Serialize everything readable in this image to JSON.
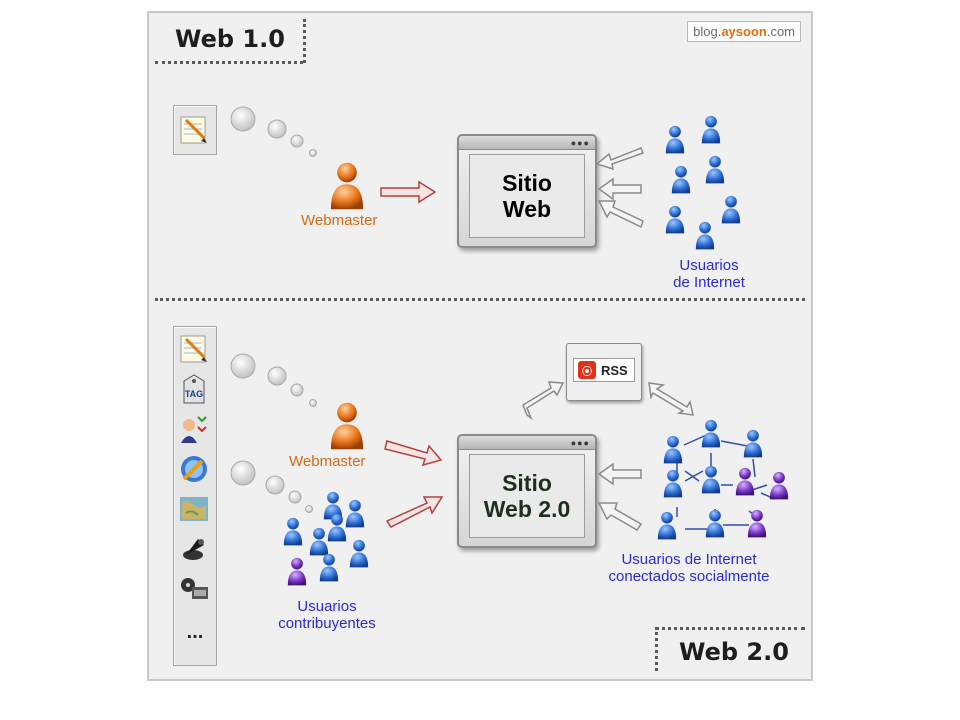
{
  "watermark": {
    "prefix": "blog.",
    "accent": "aysoon",
    "suffix": ".com"
  },
  "web1": {
    "section_label": "Web 1.0",
    "site_label_line1": "Sitio",
    "site_label_line2": "Web",
    "webmaster_label": "Webmaster",
    "users_label_line1": "Usuarios",
    "users_label_line2": "de Internet"
  },
  "web2": {
    "section_label": "Web 2.0",
    "site_label_line1": "Sitio",
    "site_label_line2": "Web 2.0",
    "webmaster_label": "Webmaster",
    "contributors_label_line1": "Usuarios",
    "contributors_label_line2": "contribuyentes",
    "social_label_line1": "Usuarios de Internet",
    "social_label_line2": "conectados socialmente",
    "rss_label": "RSS",
    "tools": [
      "pencil-note",
      "tag",
      "people-share",
      "blog-pen",
      "map",
      "podcast",
      "video-reel"
    ],
    "tag_label": "TAG",
    "more_label": "..."
  },
  "colors": {
    "webmaster": "#e8761c",
    "user_blue": "#2f6fd6",
    "user_purple": "#7a38c8",
    "label_orange": "#d46a14",
    "label_blue": "#2a2ad0"
  }
}
